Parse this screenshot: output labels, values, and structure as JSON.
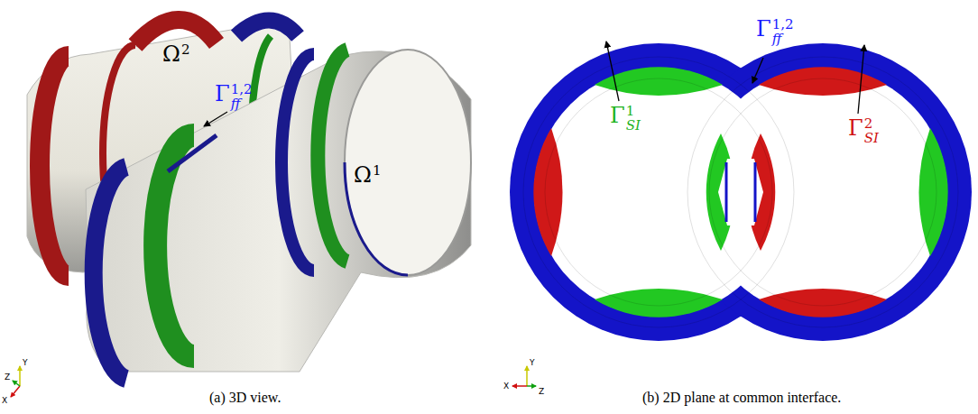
{
  "diagram": {
    "labels": [
      "Ω",
      "2",
      "Γ",
      "1,2",
      "ff",
      "Ω",
      "1",
      "Γ",
      "1,2",
      "ff",
      "Γ",
      "1",
      "SI",
      "Γ",
      "2",
      "SI",
      "(a) 3D view.",
      "(b) 2D plane at common interface.",
      "Z",
      "Y",
      "X",
      "Y",
      "X",
      "Z"
    ]
  }
}
